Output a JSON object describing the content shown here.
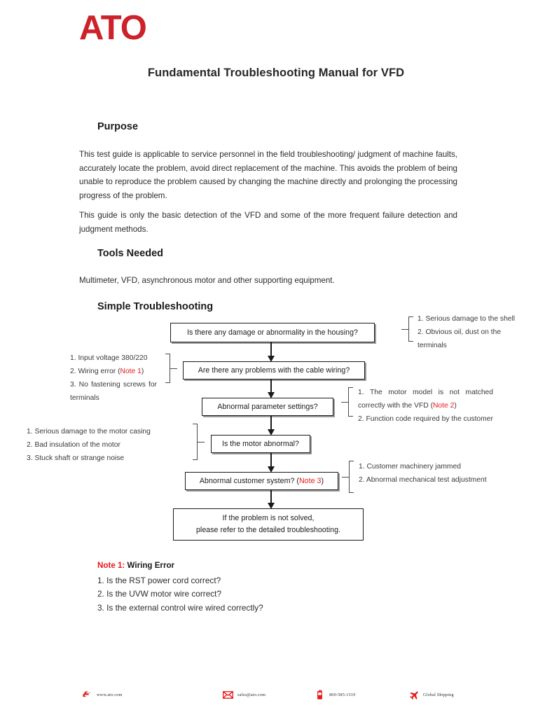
{
  "brand": {
    "logo_text": "ATO",
    "logo_color": "#cc2229"
  },
  "document": {
    "title": "Fundamental Troubleshooting Manual for VFD"
  },
  "sections": {
    "purpose": {
      "heading": "Purpose",
      "paragraph_1": "This test guide is applicable to service personnel in the field troubleshooting/ judgment of machine faults, accurately locate the problem, avoid direct replacement of the machine. This avoids the problem of being unable to reproduce the problem caused by changing the machine directly and prolonging the processing progress of the problem.",
      "paragraph_2": "This guide is only the basic detection of the VFD and some of the more frequent failure detection and judgment methods."
    },
    "tools": {
      "heading": "Tools Needed",
      "paragraph": "Multimeter, VFD, asynchronous motor and other supporting equipment."
    },
    "simple": {
      "heading": "Simple Troubleshooting"
    }
  },
  "flowchart": {
    "nodes": {
      "housing": "Is there any damage or abnormality in the housing?",
      "cable": "Are there any problems with the cable wiring?",
      "param": "Abnormal parameter settings?",
      "motor": "Is the motor abnormal?",
      "customer_prefix": "Abnormal customer system? (",
      "customer_note": "Note 3",
      "customer_suffix": ")",
      "final_line1": "If the problem is not solved,",
      "final_line2": "please refer to the detailed troubleshooting."
    },
    "annotations": {
      "housing": "1. Serious damage to the shell\n2. Obvious oil, dust on the terminals",
      "cable_line1": "1. Input voltage 380/220",
      "cable_line2_prefix": "2. Wiring error (",
      "cable_line2_note": "Note 1",
      "cable_line2_suffix": ")",
      "cable_line3": "3. No fastening screws for terminals",
      "param_line1_prefix": "1. The motor model is not matched correctly with the VFD (",
      "param_line1_note": "Note 2",
      "param_line1_suffix": ")",
      "param_line2": "2. Function code required by the customer",
      "motor": "1. Serious damage to the motor casing\n2. Bad insulation of the motor\n3. Stuck shaft or strange noise",
      "customer_line1": "1. Customer machinery jammed",
      "customer_line2": "2. Abnormal mechanical test adjustment"
    }
  },
  "notes": {
    "note1_label": "Note 1:",
    "note1_title": " Wiring Error",
    "note1_items": [
      "1. Is the RST power cord correct?",
      "2. Is the UVW motor wire correct?",
      "3. Is the external control wire wired correctly?"
    ]
  },
  "footer": {
    "website": "www.ato.com",
    "email": "sales@ato.com",
    "phone": "800-585-1519",
    "shipping": "Global Shipping",
    "icons": {
      "web": "internet-explorer-icon",
      "mail": "envelope-icon",
      "phone": "mobile-phone-icon",
      "ship": "airplane-icon"
    },
    "accent_color": "#e8191b"
  }
}
